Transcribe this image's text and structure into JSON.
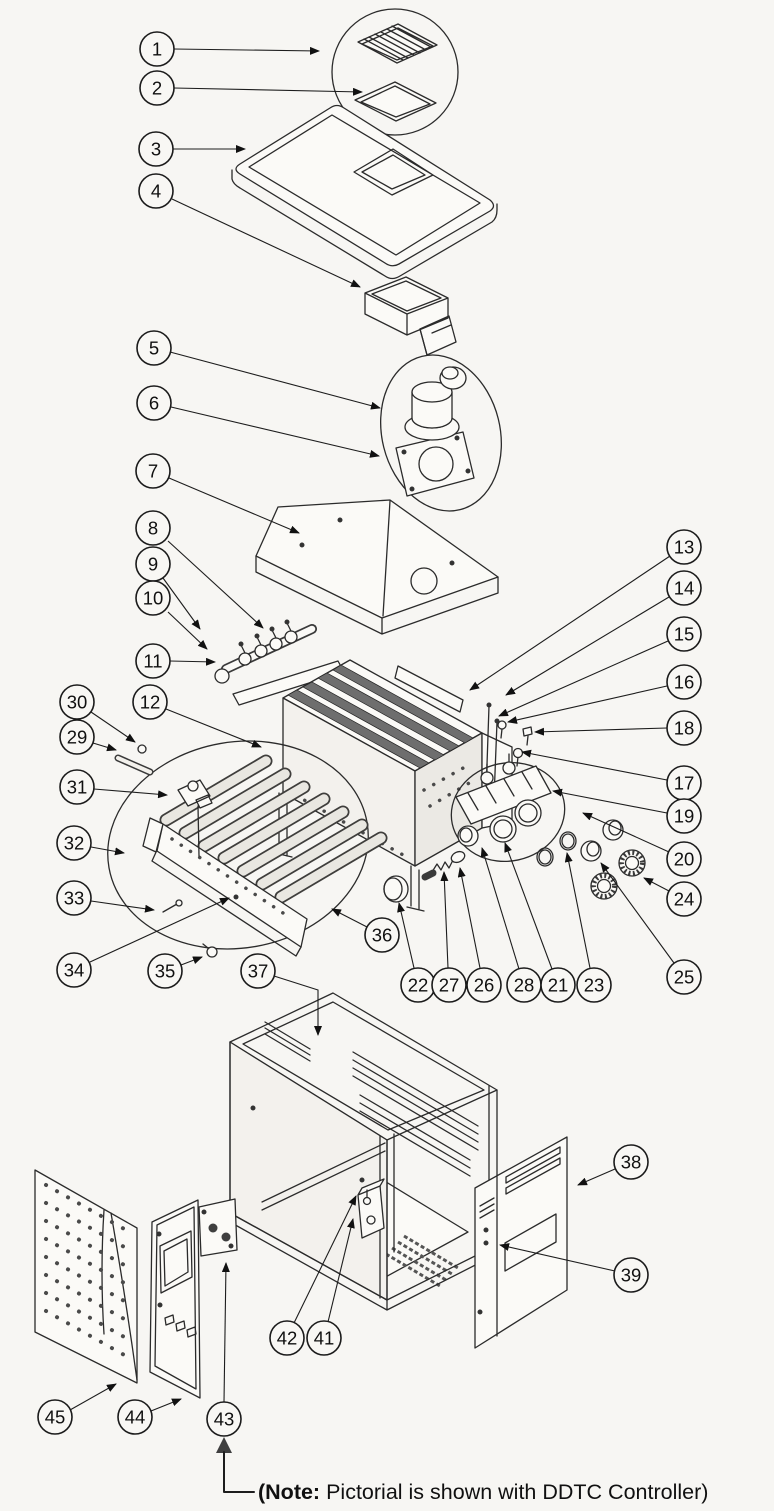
{
  "callouts": {
    "c1": "1",
    "c2": "2",
    "c3": "3",
    "c4": "4",
    "c5": "5",
    "c6": "6",
    "c7": "7",
    "c8": "8",
    "c9": "9",
    "c10": "10",
    "c11": "11",
    "c12": "12",
    "c13": "13",
    "c14": "14",
    "c15": "15",
    "c16": "16",
    "c17": "17",
    "c18": "18",
    "c19": "19",
    "c20": "20",
    "c21": "21",
    "c22": "22",
    "c23": "23",
    "c24": "24",
    "c25": "25",
    "c26": "26",
    "c27": "27",
    "c28": "28",
    "c29": "29",
    "c30": "30",
    "c31": "31",
    "c32": "32",
    "c33": "33",
    "c34": "34",
    "c35": "35",
    "c36": "36",
    "c37": "37",
    "c38": "38",
    "c39": "39",
    "c41": "41",
    "c42": "42",
    "c43": "43",
    "c44": "44",
    "c45": "45"
  },
  "note": {
    "bold": "(Note:",
    "rest": " Pictorial is shown with DDTC Controller)"
  },
  "colors": {
    "paper": "#f7f6f3",
    "ink": "#2b2b2b"
  }
}
